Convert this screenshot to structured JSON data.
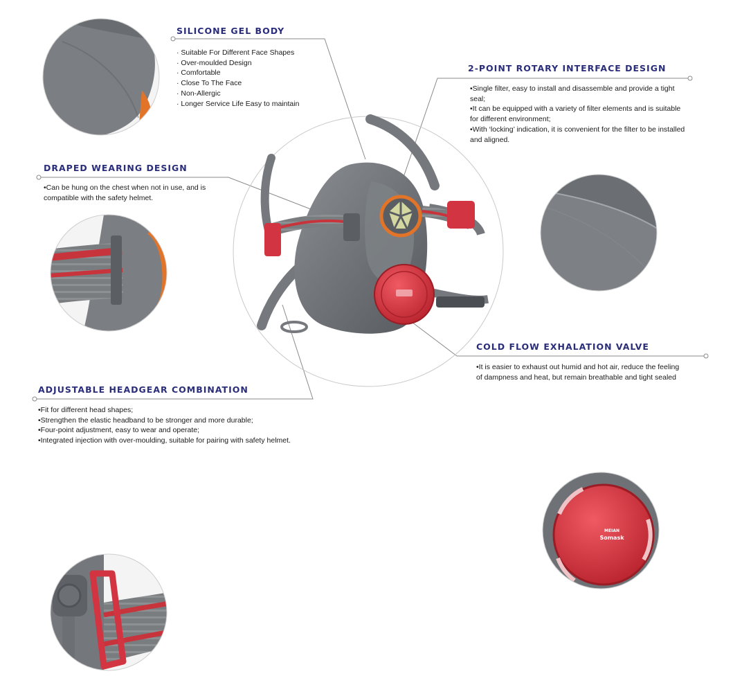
{
  "features": {
    "silicone": {
      "title": "SILICONE GEL BODY",
      "items": [
        "· Suitable For Different Face Shapes",
        "· Over-moulded Design",
        "· Comfortable",
        "· Close To The Face",
        "· Non-Allergic",
        "· Longer Service Life Easy to maintain"
      ]
    },
    "rotary": {
      "title": "2-POINT ROTARY INTERFACE DESIGN",
      "items": [
        "•Single filter, easy to install and disassemble and provide a tight seal;",
        "•It can be equipped with a variety of filter elements and is suitable for different environment;",
        "•With ‘locking’ indication, it is convenient for the filter to be installed and aligned."
      ]
    },
    "draped": {
      "title": "DRAPED WEARING DESIGN",
      "items": [
        "•Can be hung on the chest when not in use, and is compatible with the safety helmet."
      ]
    },
    "valve": {
      "title": "COLD FLOW EXHALATION VALVE",
      "items": [
        "•It is easier to exhaust out humid and hot air, reduce the feeling of dampness and heat, but remain breathable and tight sealed"
      ]
    },
    "headgear": {
      "title": "ADJUSTABLE HEADGEAR COMBINATION",
      "items": [
        "•Fit for different head shapes;",
        "•Strengthen the elastic headband to be stronger and more durable;",
        "•Four-point adjustment, easy to wear and operate;",
        "•Integrated injection with over-moulding, suitable for pairing with safety helmet."
      ]
    }
  },
  "valve_brand": {
    "small": "MEIAN",
    "name": "Somask"
  },
  "colors": {
    "heading": "#2a2d7a",
    "mask_gray": "#6e7276",
    "valve_red": "#d8323e",
    "filter_orange": "#e2742a",
    "strap_red": "#c8343c"
  }
}
